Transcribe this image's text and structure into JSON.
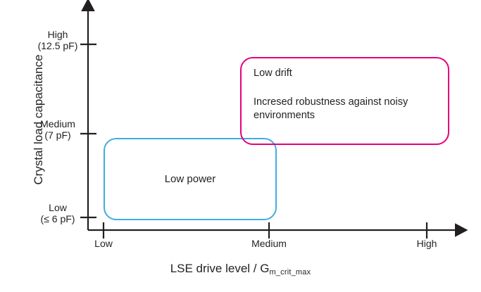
{
  "chart_data": {
    "type": "diagram",
    "title": "",
    "xlabel": "LSE drive level / G",
    "xlabel_subscript": "m_crit_max",
    "ylabel": "Crystal load capacitance",
    "x_ticks": [
      "Low",
      "Medium",
      "High"
    ],
    "y_ticks": [
      {
        "name": "High",
        "unit": "(12.5 pF)"
      },
      {
        "name": "Medium",
        "unit": "(7 pF)"
      },
      {
        "name": "Low",
        "unit": "(≤ 6 pF)"
      }
    ],
    "regions": [
      {
        "id": "low-power",
        "color": "#41ace0",
        "label": "Low power",
        "x_range": [
          "Low",
          "Medium"
        ],
        "y_range": [
          "Low",
          "Medium"
        ]
      },
      {
        "id": "low-drift",
        "color": "#e5007d",
        "line_primary": "Low drift",
        "line_secondary": "Incresed robustness against noisy environments",
        "x_range": [
          "Medium",
          "High"
        ],
        "y_range": [
          "Medium",
          "High"
        ]
      }
    ],
    "axis_color": "#231f20",
    "grid": false,
    "legend": "none"
  },
  "axes": {
    "y_title": "Crystal load capacitance",
    "x_title": "LSE drive level / G",
    "x_title_subscript": "m_crit_max"
  },
  "y_ticks": {
    "high": {
      "name": "High",
      "unit": "(12.5 pF)"
    },
    "medium": {
      "name": "Medium",
      "unit": "(7 pF)"
    },
    "low": {
      "name": "Low",
      "unit": "(≤ 6 pF)"
    }
  },
  "x_ticks": {
    "low": "Low",
    "medium": "Medium",
    "high": "High"
  },
  "regions": {
    "low_power": {
      "label": "Low power"
    },
    "low_drift": {
      "line_primary": "Low drift",
      "line_secondary": "Incresed robustness against noisy environments"
    }
  },
  "colors": {
    "blue": "#41ace0",
    "magenta": "#e5007d",
    "axis": "#231f20",
    "text": "#231f20",
    "background": "#ffffff"
  }
}
